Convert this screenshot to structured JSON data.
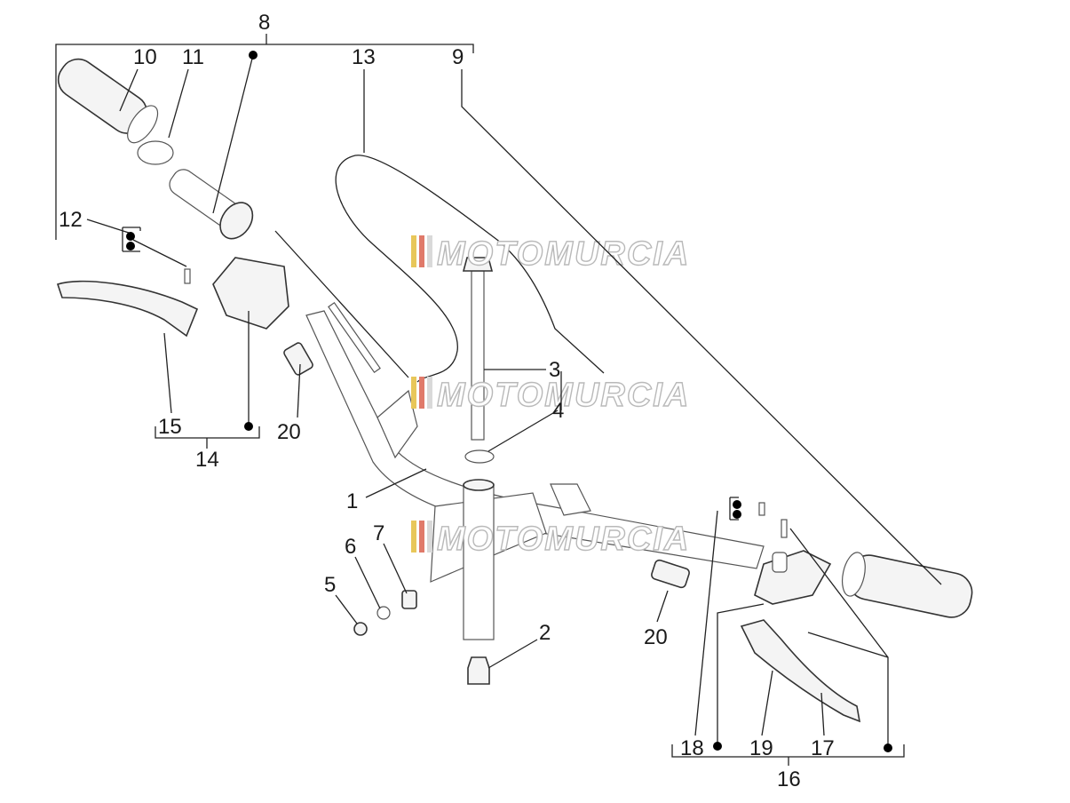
{
  "watermark": {
    "text": "MOTOMURCIA",
    "stripe_colors": [
      "#e8c75a",
      "#e07a6a",
      "#d9d9d9"
    ]
  },
  "callouts": {
    "c1": "1",
    "c2": "2",
    "c3": "3",
    "c4": "4",
    "c5": "5",
    "c6": "6",
    "c7": "7",
    "c8": "8",
    "c9": "9",
    "c10": "10",
    "c11": "11",
    "c12": "12",
    "c13": "13",
    "c14": "14",
    "c15": "15",
    "c16": "16",
    "c17": "17",
    "c18": "18",
    "c19": "19",
    "c20a": "20",
    "c20b": "20"
  }
}
